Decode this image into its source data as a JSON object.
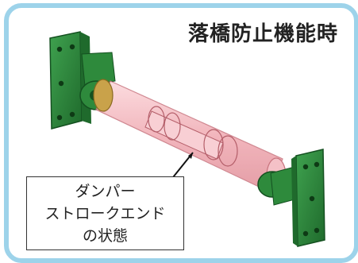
{
  "title": "落橋防止機能時",
  "callout": {
    "lines": [
      "ダンパー",
      "ストロークエンド",
      "の状態"
    ]
  },
  "colors": {
    "frame_border": "#9dd3ea",
    "bracket_green": "#2e8a3c",
    "cylinder_pink": "#f2b0b6",
    "rod_outline": "#c8747e"
  }
}
